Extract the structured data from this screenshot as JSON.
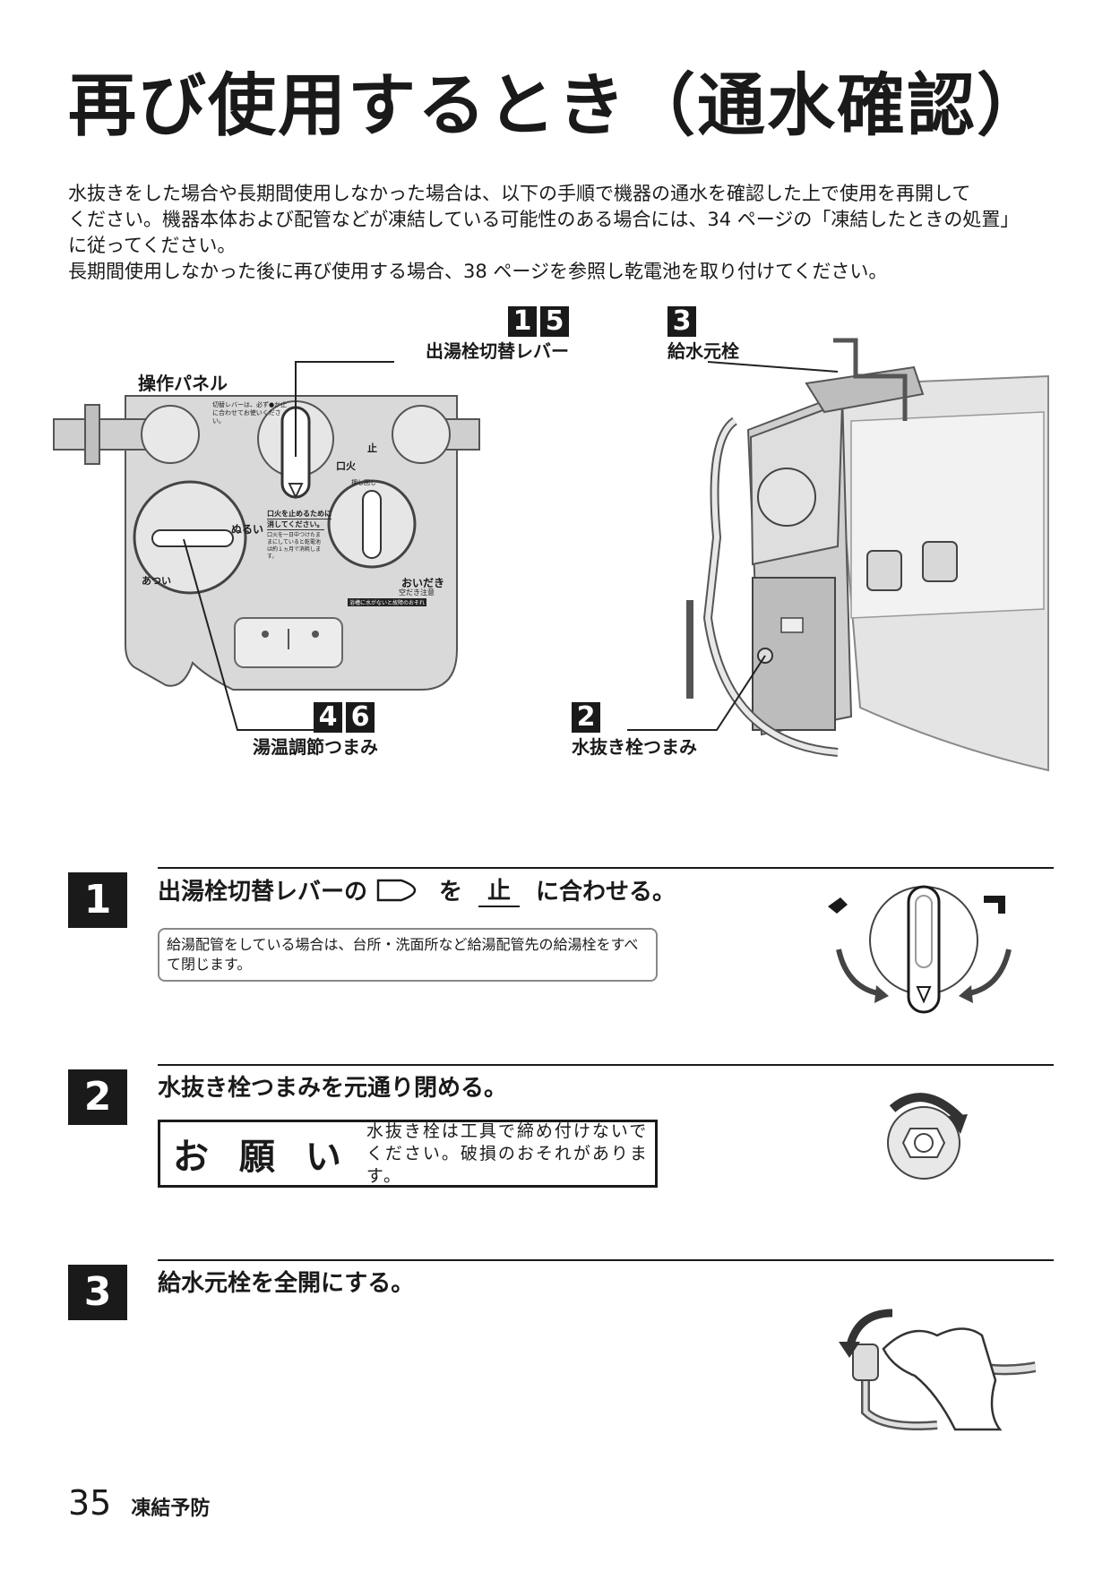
{
  "title": "再び使用するとき（通水確認）",
  "intro": [
    "水抜きをした場合や長期間使用しなかった場合は、以下の手順で機器の通水を確認した上で使用を再開して",
    "ください。機器本体および配管などが凍結している可能性のある場合には、34 ページの「凍結したときの処置」",
    "に従ってください。",
    "長期間使用しなかった後に再び使用する場合、38 ページを参照し乾電池を取り付けてください。"
  ],
  "figure": {
    "panel_label": "操作パネル",
    "callout_lever": {
      "nums": [
        "1",
        "5"
      ],
      "label": "出湯栓切替レバー"
    },
    "callout_supply": {
      "nums": [
        "3"
      ],
      "label": "給水元栓"
    },
    "callout_temp": {
      "nums": [
        "4",
        "6"
      ],
      "label": "湯温調節つまみ"
    },
    "callout_drain": {
      "nums": [
        "2"
      ],
      "label": "水抜き栓つまみ"
    },
    "panel_texts": {
      "kuchibi": "口火",
      "tome": "止",
      "nurui": "ぬるい",
      "atsui": "あつい",
      "oidaki": "おいだき",
      "karadaki": "空だき注意",
      "warning": "浴槽に水がないと故障のおそれ",
      "lever_note": "切替レバーは、必ず●か止に合わせてお使いください。",
      "pilot_note1": "口火を止めるために",
      "pilot_note2": "消してください。",
      "pilot_note3": "口火を一日中つけたままにしていると乾電池は約１ヵ月で消耗します。",
      "push_turn": "押し回し"
    }
  },
  "steps": [
    {
      "num": "1",
      "head_pre": "出湯栓切替レバーの",
      "head_mid": "を",
      "head_symbol": "止",
      "head_post": "に合わせる。",
      "note": "給湯配管をしている場合は、台所・洗面所など給湯配管先の給湯栓をすべて閉じます。"
    },
    {
      "num": "2",
      "head": "水抜き栓つまみを元通り閉める。",
      "onegai_label": "お 願 い",
      "onegai_text": "水抜き栓は工具で締め付けないでください。破損のおそれがあります。"
    },
    {
      "num": "3",
      "head": "給水元栓を全開にする。"
    }
  ],
  "footer": {
    "page": "35",
    "section": "凍結予防"
  },
  "colors": {
    "ink": "#1a1a1a",
    "panel": "#d9d9d9",
    "panel_dark": "#bfbfbf",
    "line": "#444444"
  }
}
